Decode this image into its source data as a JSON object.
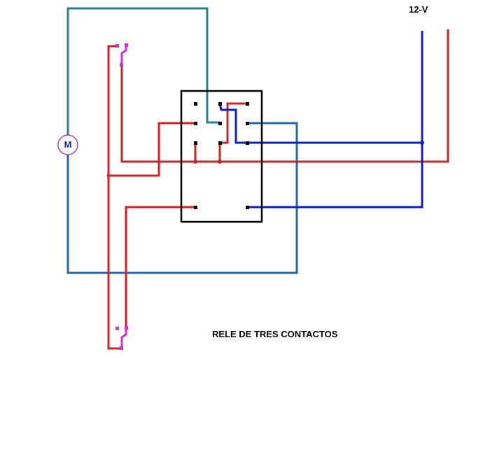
{
  "supply_label": "12-V",
  "title": "RELE DE TRES CONTACTOS",
  "motor_label": "M",
  "colors": {
    "red": "#d42020",
    "blue": "#1020c0",
    "teal": "#2a7f8f",
    "switch": "#d030d0",
    "box": "#000000"
  }
}
